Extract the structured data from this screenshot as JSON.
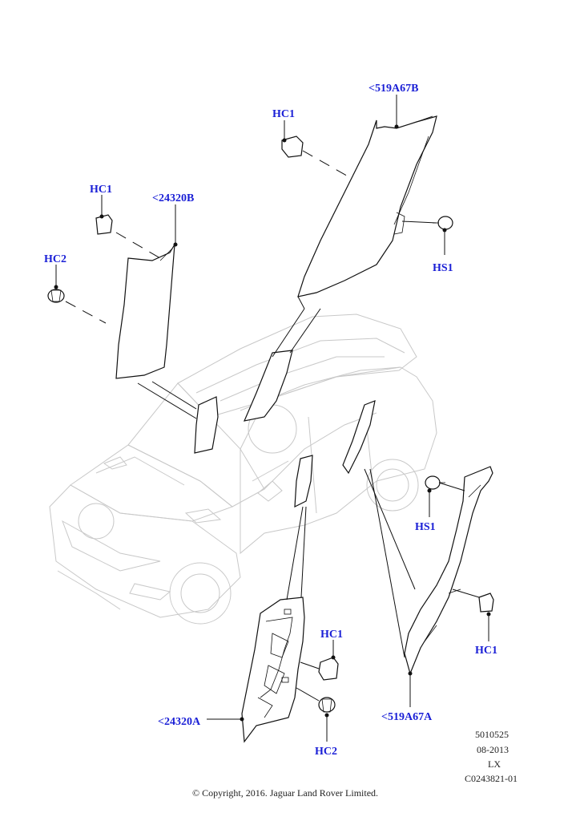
{
  "callouts": {
    "hc1_top": "HC1",
    "p519A67B": "<519A67B",
    "hc1_left": "HC1",
    "p24320B": "<24320B",
    "hc2_left": "HC2",
    "hs1_top": "HS1",
    "hs1_right": "HS1",
    "hc1_bottom_mid": "HC1",
    "hc1_bottom_right": "HC1",
    "p24320A": "<24320A",
    "hc2_bottom": "HC2",
    "p519A67A": "<519A67A"
  },
  "meta": {
    "ref_number": "5010525",
    "date": "08-2013",
    "model": "LX",
    "figure_id": "C0243821-01"
  },
  "copyright": "© Copyright, 2016. Jaguar Land Rover Limited.",
  "colors": {
    "callout": "#1a1fd6",
    "car_outline": "#c8c8c8",
    "part_outline": "#111111"
  }
}
